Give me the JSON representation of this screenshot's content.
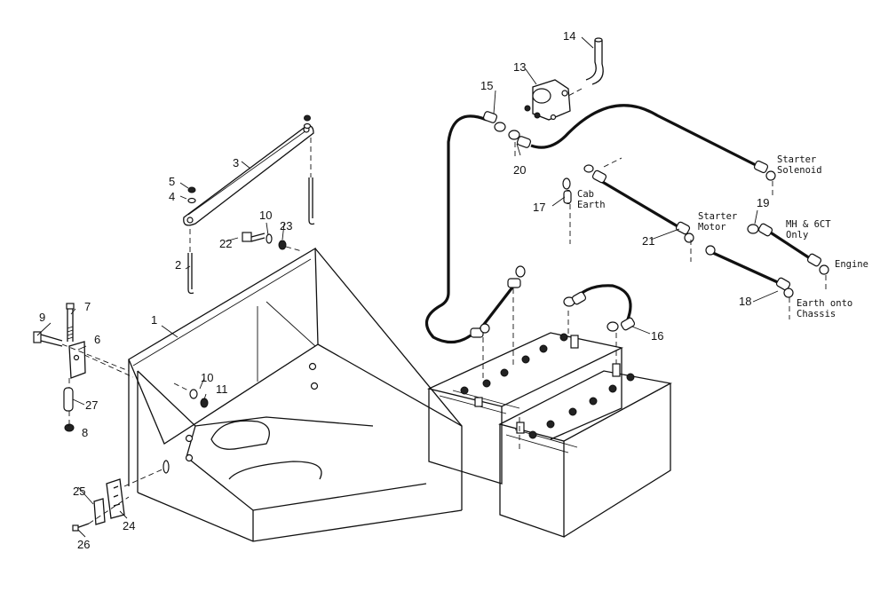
{
  "callouts": {
    "c1": "1",
    "c2": "2",
    "c3": "3",
    "c4": "4",
    "c5": "5",
    "c6": "6",
    "c7": "7",
    "c8": "8",
    "c9": "9",
    "c10a": "10",
    "c10b": "10",
    "c11": "11",
    "c13": "13",
    "c14": "14",
    "c15": "15",
    "c16": "16",
    "c17": "17",
    "c18": "18",
    "c19": "19",
    "c20": "20",
    "c21": "21",
    "c22": "22",
    "c23": "23",
    "c24": "24",
    "c25": "25",
    "c26": "26",
    "c27": "27"
  },
  "notes": {
    "starter_solenoid": [
      "Starter",
      "Solenoid"
    ],
    "cab_earth": [
      "Cab",
      "Earth"
    ],
    "starter_motor": [
      "Starter",
      "Motor"
    ],
    "mh_6ct": [
      "MH & 6CT",
      "Only"
    ],
    "engine": "Engine",
    "earth_chassis": [
      "Earth onto",
      "Chassis"
    ]
  }
}
